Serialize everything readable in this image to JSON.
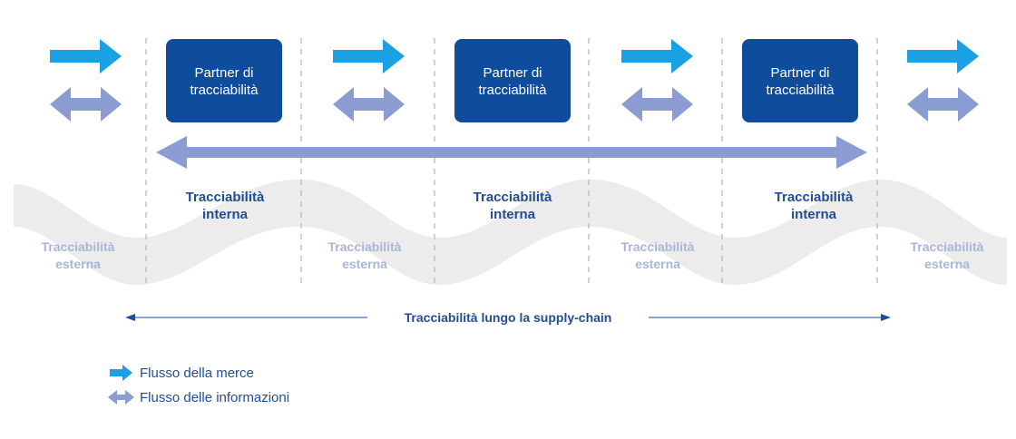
{
  "colors": {
    "goods_flow": "#1aa0e4",
    "info_flow": "#8a9cd2",
    "partner_box": "#0f4d9c",
    "band": "#ececec",
    "dark_text": "#1f4e94",
    "light_text": "#a9b6d9",
    "divider": "#b5b5b5"
  },
  "partners": [
    {
      "line1": "Partner di",
      "line2": "tracciabilità"
    },
    {
      "line1": "Partner di",
      "line2": "tracciabilità"
    },
    {
      "line1": "Partner di",
      "line2": "tracciabilità"
    }
  ],
  "internal_labels": [
    {
      "line1": "Tracciabilità",
      "line2": "interna"
    },
    {
      "line1": "Tracciabilità",
      "line2": "interna"
    },
    {
      "line1": "Tracciabilità",
      "line2": "interna"
    }
  ],
  "external_labels": [
    {
      "line1": "Tracciabilità",
      "line2": "esterna"
    },
    {
      "line1": "Tracciabilità",
      "line2": "esterna"
    },
    {
      "line1": "Tracciabilità",
      "line2": "esterna"
    },
    {
      "line1": "Tracciabilità",
      "line2": "esterna"
    }
  ],
  "supply_chain_label": "Tracciabilità lungo la supply-chain",
  "legend": {
    "goods": "Flusso della merce",
    "info": "Flusso delle informazioni"
  }
}
